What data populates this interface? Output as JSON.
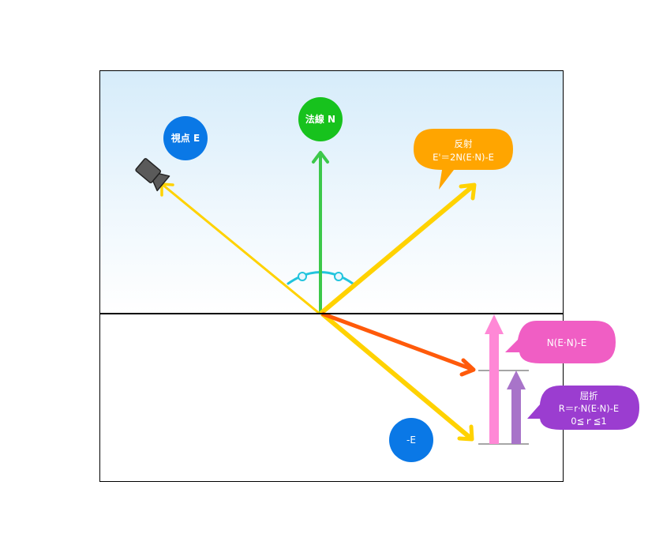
{
  "labels": {
    "eye": "視点 E",
    "normal": "法線 N",
    "reflect_title": "反射",
    "reflect_formula": "E'＝2N(E·N)-E",
    "neg_e": "-E",
    "nen": "N(E·N)-E",
    "refract_title": "屈折",
    "refract_formula": "R＝r·N(E·N)-E",
    "refract_range": "0≦ｒ≦1"
  },
  "colors": {
    "sky_top": "#d6ecfa",
    "incident_reflect": "#ffd200",
    "normal_arrow": "#3cc84a",
    "refract_arrow": "#ff5a0a",
    "nen_arrow": "#ff88d6",
    "refract_vector": "#a874c9",
    "angle_arc": "#22c4dd",
    "eye_bubble": "#0a78e6",
    "normal_bubble": "#17c21d",
    "reflect_bubble": "#ffa500",
    "nen_bubble": "#f05ec4",
    "refract_bubble": "#9b3dd0",
    "camera": "#555555"
  },
  "icons": {
    "camera": "video-camera-icon"
  }
}
